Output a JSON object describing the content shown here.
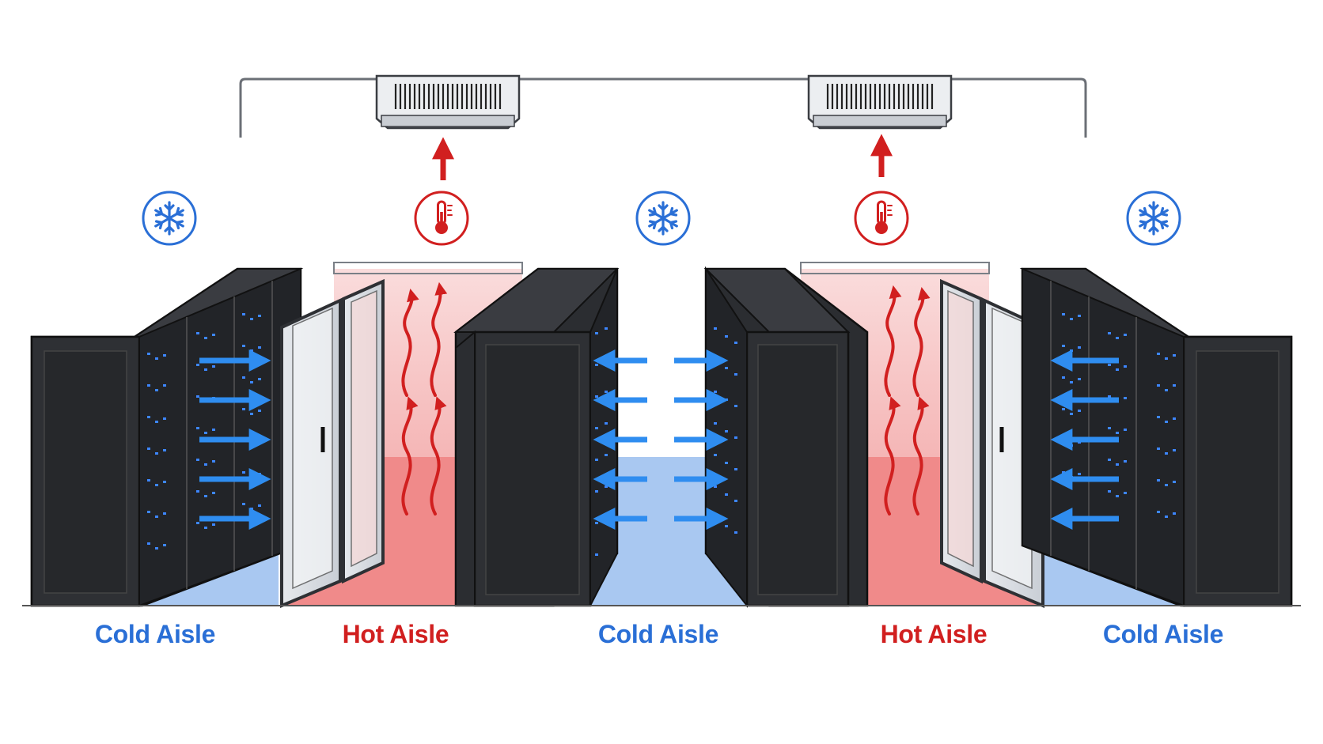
{
  "colors": {
    "cold": "#2a6fd6",
    "cold_floor": "#a9c8f1",
    "cold_arrow": "#2f8df0",
    "hot": "#d11f1f",
    "hot_floor": "#f08a8a",
    "hot_zone": "#f7c6c6",
    "rack": "#2b2d31",
    "rack_dark": "#1b1c1f",
    "led": "#3d86ff",
    "ac_unit": "#e9ebee",
    "duct": "#6b6f76"
  },
  "icons": {
    "cold": "snowflake-icon",
    "hot": "thermometer-icon",
    "cooling_unit": "ceiling-ac-unit",
    "airflow_cold": "arrow-icon",
    "airflow_hot": "wavy-arrow-icon"
  },
  "aisles": [
    {
      "type": "cold",
      "label": "Cold Aisle"
    },
    {
      "type": "hot",
      "label": "Hot Aisle"
    },
    {
      "type": "cold",
      "label": "Cold Aisle"
    },
    {
      "type": "hot",
      "label": "Hot Aisle"
    },
    {
      "type": "cold",
      "label": "Cold Aisle"
    }
  ]
}
